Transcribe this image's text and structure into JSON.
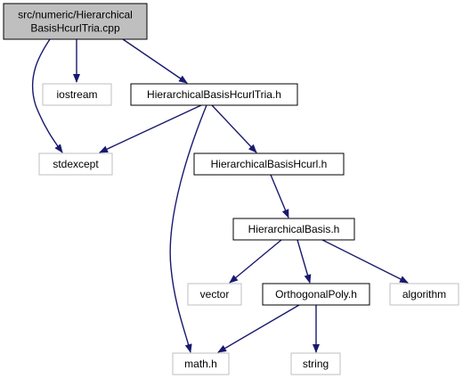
{
  "graph": {
    "colors": {
      "edge": "#191970",
      "root_fill": "#bfbfbf",
      "root_stroke": "#000000",
      "internal_fill": "#ffffff",
      "internal_stroke": "#000000",
      "external_fill": "#ffffff",
      "external_stroke": "#bfbfbf"
    },
    "nodes": {
      "root": {
        "lines": [
          "src/numeric/Hierarchical",
          "BasisHcurlTria.cpp"
        ],
        "kind": "root"
      },
      "iostream": {
        "lines": [
          "iostream"
        ],
        "kind": "external"
      },
      "tria_h": {
        "lines": [
          "HierarchicalBasisHcurlTria.h"
        ],
        "kind": "internal"
      },
      "stdexcept": {
        "lines": [
          "stdexcept"
        ],
        "kind": "external"
      },
      "hcurl_h": {
        "lines": [
          "HierarchicalBasisHcurl.h"
        ],
        "kind": "internal"
      },
      "basis_h": {
        "lines": [
          "HierarchicalBasis.h"
        ],
        "kind": "internal"
      },
      "vector": {
        "lines": [
          "vector"
        ],
        "kind": "external"
      },
      "orthopoly_h": {
        "lines": [
          "OrthogonalPoly.h"
        ],
        "kind": "internal"
      },
      "algorithm": {
        "lines": [
          "algorithm"
        ],
        "kind": "external"
      },
      "math_h": {
        "lines": [
          "math.h"
        ],
        "kind": "external"
      },
      "string": {
        "lines": [
          "string"
        ],
        "kind": "external"
      }
    },
    "edges": [
      {
        "from": "root",
        "to": "stdexcept"
      },
      {
        "from": "root",
        "to": "iostream"
      },
      {
        "from": "root",
        "to": "tria_h"
      },
      {
        "from": "tria_h",
        "to": "stdexcept"
      },
      {
        "from": "tria_h",
        "to": "hcurl_h"
      },
      {
        "from": "tria_h",
        "to": "math_h"
      },
      {
        "from": "hcurl_h",
        "to": "basis_h"
      },
      {
        "from": "basis_h",
        "to": "vector"
      },
      {
        "from": "basis_h",
        "to": "orthopoly_h"
      },
      {
        "from": "basis_h",
        "to": "algorithm"
      },
      {
        "from": "orthopoly_h",
        "to": "math_h"
      },
      {
        "from": "orthopoly_h",
        "to": "string"
      }
    ]
  }
}
